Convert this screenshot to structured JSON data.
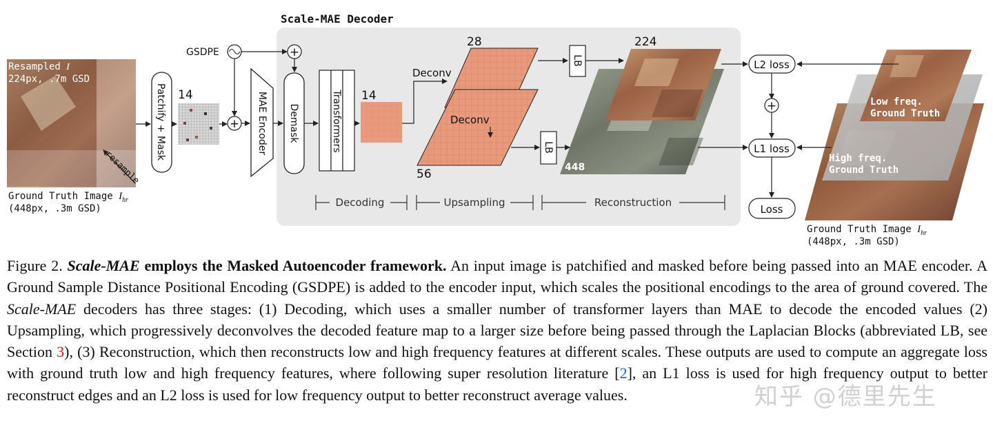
{
  "figure": {
    "input_image": {
      "overlay_line1": "Resampled ",
      "overlay_symbol": "I",
      "overlay_line2": "224px, .7m GSD",
      "resample_label": "resample",
      "gt_label": "Ground Truth Image ",
      "gt_symbol": "I",
      "gt_sub": "hr",
      "gt_sub2": "(448px, .3m GSD)"
    },
    "patchify_mask": "Patchify + Mask",
    "mask_grid_size": "14",
    "gsdpe": "GSDPE",
    "mae_encoder": "MAE Encoder",
    "decoder_title": "Scale-MAE Decoder",
    "demask": "Demask",
    "transformers": "Transformers",
    "feature_size_14": "14",
    "deconv_top": "Deconv",
    "deconv_inner": "Deconv",
    "size_28": "28",
    "size_56": "56",
    "lb_top": "LB",
    "lb_bottom": "LB",
    "size_224": "224",
    "size_448": "448",
    "plus_symbol": "+",
    "l2_loss": "L2 loss",
    "l1_loss": "L1 loss",
    "loss": "Loss",
    "low_freq_line1": "Low freq.",
    "low_freq_line2": "Ground Truth",
    "high_freq_line1": "High freq.",
    "high_freq_line2": "Ground Truth",
    "gt_right_label": "Ground Truth Image ",
    "gt_right_symbol": "I",
    "gt_right_sub": "hr",
    "gt_right_sub2": "(448px, .3m GSD)",
    "stage_decoding": "Decoding",
    "stage_upsampling": "Upsampling",
    "stage_reconstruction": "Reconstruction"
  },
  "caption": {
    "fig_label": "Figure 2. ",
    "title_italic": "Scale-MAE",
    "title_bold": " employs the Masked Autoencoder framework.",
    "t1": " An input image is patchified and masked before being passed into an MAE encoder. A Ground Sample Distance Positional Encoding (GSDPE) is added to the encoder input, which scales the positional encodings to the area of ground covered. The ",
    "t1_italic": "Scale-MAE",
    "t2": " decoders has three stages: (1) Decoding, which uses a smaller number of transformer layers than MAE to decode the encoded values (2) Upsampling, which progressively deconvolves the decoded feature map to a larger size before being passed through the Laplacian Blocks (abbreviated LB, see Section ",
    "ref_section": "3",
    "t3": "), (3) Reconstruction, which then reconstructs low and high frequency features at different scales. These outputs are used to compute an aggregate loss with ground truth low and high frequency features, where following super resolution literature [",
    "ref_cite": "2",
    "t4": "], an L1 loss is used for high frequency output to better reconstruct edges and an L2 loss is used for low frequency output to better reconstruct average values."
  },
  "watermark": "知乎 @德里先生",
  "colors": {
    "decoder_bg": "#e8e8e8",
    "feature_orange": "#e99a7c",
    "ref_blue": "#1f5fb0",
    "ref_red": "#c0161a"
  }
}
